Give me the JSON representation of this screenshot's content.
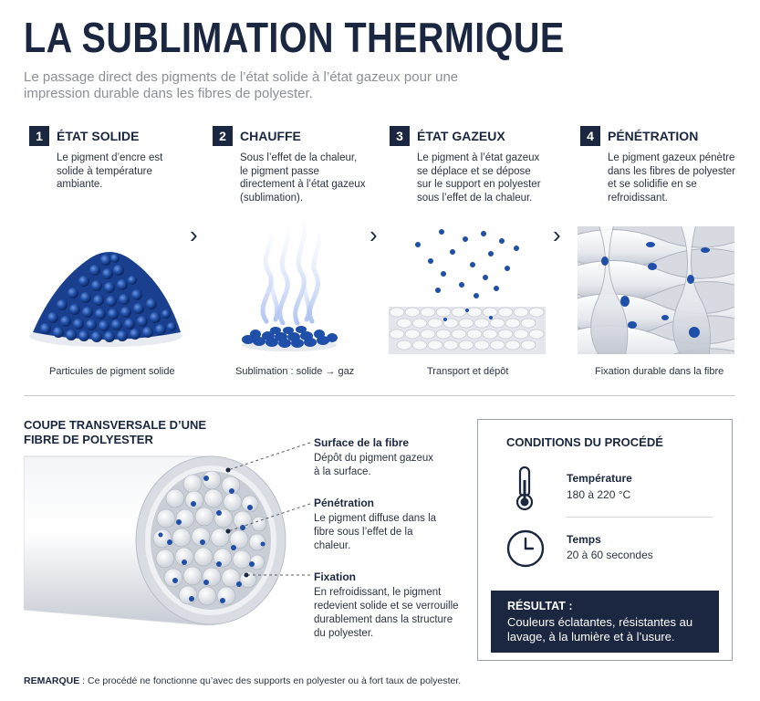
{
  "header": {
    "title": "LA SUBLIMATION THERMIQUE",
    "subtitle": "Le passage direct des pigments de l’état solide à l’état gazeux pour une impression durable dans les fibres de polyester."
  },
  "steps": [
    {
      "number": "1",
      "title": "ÉTAT SOLIDE",
      "description": "Le pigment d’encre est solide à température ambiante.",
      "caption": "Particules de pigment solide"
    },
    {
      "number": "2",
      "title": "CHAUFFE",
      "description": "Sous l’effet de la chaleur, le pigment passe directement à l’état gazeux (sublimation).",
      "caption": "Sublimation : solide → gaz"
    },
    {
      "number": "3",
      "title": "ÉTAT GAZEUX",
      "description": "Le pigment à l’état gazeux se déplace et se dépose sur le support en polyester sous l’effet de la chaleur.",
      "caption": "Transport et dépôt"
    },
    {
      "number": "4",
      "title": "PÉNÉTRATION",
      "description": "Le pigment gazeux pénètre dans les fibres de polyester et se solidifie en se refroidissant.",
      "caption": "Fixation durable dans la fibre"
    }
  ],
  "cross_section": {
    "title": "COUPE TRANSVERSALE D’UNE FIBRE DE POLYESTER",
    "annotations": [
      {
        "title": "Surface de la fibre",
        "text": "Dépôt du pigment gazeux à la surface."
      },
      {
        "title": "Pénétration",
        "text": "Le pigment diffuse dans la fibre sous l’effet de la chaleur."
      },
      {
        "title": "Fixation",
        "text": "En refroidissant, le pigment redevient solide et se verrouille durablement dans la structure du polyester."
      }
    ]
  },
  "conditions": {
    "title": "CONDITIONS DU PROCÉDÉ",
    "temperature_label": "Température",
    "temperature_value": "180 à 220 °C",
    "time_label": "Temps",
    "time_value": "20 à 60 secondes",
    "result_title": "RÉSULTAT :",
    "result_text": "Couleurs éclatantes, résistantes au lavage, à la lumière et à l’usure."
  },
  "note": {
    "label": "REMARQUE",
    "text": " : Ce procédé ne fonctionne qu’avec des supports en polyester ou à fort taux de polyester."
  },
  "colors": {
    "navy": "#1b2740",
    "pigment_blue": "#1f4fa8",
    "fiber_white": "#eef0f3"
  }
}
